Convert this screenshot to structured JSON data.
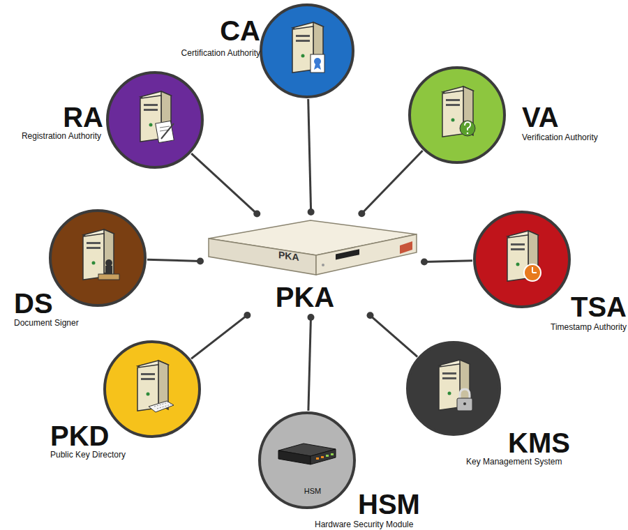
{
  "diagram": {
    "nodes": [
      {
        "text": [
          "CA",
          "Certification Authority"
        ]
      },
      {
        "text": [
          "RA",
          "Registration Authority"
        ]
      },
      {
        "text": [
          "VA",
          "Verification Authority"
        ]
      },
      {
        "text": [
          "DS",
          "Document Signer"
        ]
      },
      {
        "text": [
          "PKA",
          "PKA"
        ]
      },
      {
        "text": [
          "TSA",
          "Timestamp Authority"
        ]
      },
      {
        "text": [
          "PKD",
          "Public Key Directory"
        ]
      },
      {
        "text": [
          "HSM",
          "HSM",
          "Hardware Security Module"
        ]
      },
      {
        "text": [
          "KMS",
          "Key Management System"
        ]
      }
    ],
    "edges": [
      {
        "from": 4,
        "to": 0,
        "arrow": "none"
      },
      {
        "from": 4,
        "to": 1,
        "arrow": "none"
      },
      {
        "from": 4,
        "to": 2,
        "arrow": "none"
      },
      {
        "from": 4,
        "to": 3,
        "arrow": "none"
      },
      {
        "from": 4,
        "to": 5,
        "arrow": "none"
      },
      {
        "from": 4,
        "to": 6,
        "arrow": "none"
      },
      {
        "from": 4,
        "to": 7,
        "arrow": "none"
      },
      {
        "from": 4,
        "to": 8,
        "arrow": "none"
      }
    ]
  }
}
